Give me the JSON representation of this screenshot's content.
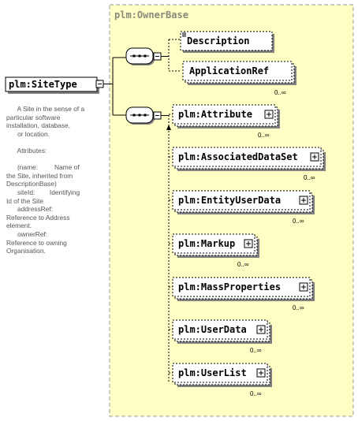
{
  "group_title": "plm:OwnerBase",
  "root": {
    "label": "plm:SiteType"
  },
  "documentation": [
    "      A Site in the sense of a",
    "particular software",
    "installation, database,",
    "      or location.",
    "",
    "      Attributes:",
    "",
    "      (name:         Name of",
    "the Site, inherited from",
    "DescriptionBase)",
    "      siteId:        Identifying",
    "Id of the Site",
    "      addressRef:",
    "Reference to Address",
    "element.",
    "      ownerRef:",
    "Reference to owning",
    "Organisation."
  ],
  "sequence_inherited": [
    {
      "label": "Description",
      "cardinality": ""
    },
    {
      "label": "ApplicationRef",
      "cardinality": "0..∞"
    }
  ],
  "sequence_own": [
    {
      "label": "plm:Attribute",
      "cardinality": "0..∞"
    },
    {
      "label": "plm:AssociatedDataSet",
      "cardinality": "0..∞"
    },
    {
      "label": "plm:EntityUserData",
      "cardinality": "0..∞"
    },
    {
      "label": "plm:Markup",
      "cardinality": "0..∞"
    },
    {
      "label": "plm:MassProperties",
      "cardinality": "0..∞"
    },
    {
      "label": "plm:UserData",
      "cardinality": "0..∞"
    },
    {
      "label": "plm:UserList",
      "cardinality": "0..∞"
    }
  ],
  "colors": {
    "group_fill": "#fffec4",
    "group_border": "#9a9a9a",
    "title": "#8a8a7a"
  }
}
